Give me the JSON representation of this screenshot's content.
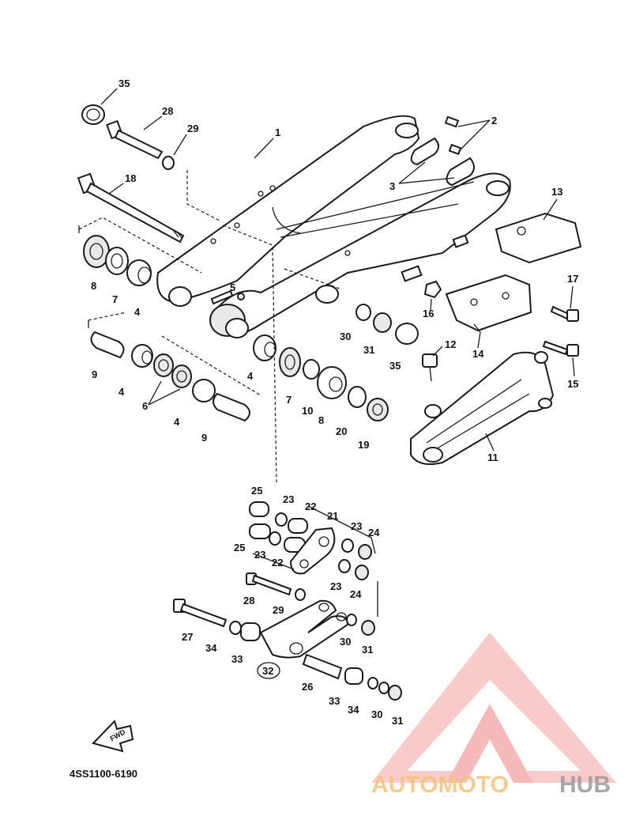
{
  "diagram": {
    "part_code": "4SS1100-6190",
    "fwd_label": "FWD",
    "callouts": [
      {
        "id": "c35a",
        "text": "35"
      },
      {
        "id": "c28a",
        "text": "28"
      },
      {
        "id": "c29a",
        "text": "29"
      },
      {
        "id": "c18",
        "text": "18"
      },
      {
        "id": "c1",
        "text": "1"
      },
      {
        "id": "c2",
        "text": "2"
      },
      {
        "id": "c3",
        "text": "3"
      },
      {
        "id": "c13",
        "text": "13"
      },
      {
        "id": "c17",
        "text": "17"
      },
      {
        "id": "c8a",
        "text": "8"
      },
      {
        "id": "c7a",
        "text": "7"
      },
      {
        "id": "c4a",
        "text": "4"
      },
      {
        "id": "c5",
        "text": "5"
      },
      {
        "id": "c16",
        "text": "16"
      },
      {
        "id": "c14",
        "text": "14"
      },
      {
        "id": "c30a",
        "text": "30"
      },
      {
        "id": "c31a",
        "text": "31"
      },
      {
        "id": "c35b",
        "text": "35"
      },
      {
        "id": "c12",
        "text": "12"
      },
      {
        "id": "c15",
        "text": "15"
      },
      {
        "id": "c9a",
        "text": "9"
      },
      {
        "id": "c4b",
        "text": "4"
      },
      {
        "id": "c6",
        "text": "6"
      },
      {
        "id": "c4c",
        "text": "4"
      },
      {
        "id": "c9b",
        "text": "9"
      },
      {
        "id": "c4d",
        "text": "4"
      },
      {
        "id": "c7b",
        "text": "7"
      },
      {
        "id": "c10",
        "text": "10"
      },
      {
        "id": "c8b",
        "text": "8"
      },
      {
        "id": "c20",
        "text": "20"
      },
      {
        "id": "c19",
        "text": "19"
      },
      {
        "id": "c11",
        "text": "11"
      },
      {
        "id": "c25a",
        "text": "25"
      },
      {
        "id": "c23a",
        "text": "23"
      },
      {
        "id": "c22a",
        "text": "22"
      },
      {
        "id": "c21",
        "text": "21"
      },
      {
        "id": "c25b",
        "text": "25"
      },
      {
        "id": "c23b",
        "text": "23"
      },
      {
        "id": "c22b",
        "text": "22"
      },
      {
        "id": "c23c",
        "text": "23"
      },
      {
        "id": "c24a",
        "text": "24"
      },
      {
        "id": "c23d",
        "text": "23"
      },
      {
        "id": "c24b",
        "text": "24"
      },
      {
        "id": "c28b",
        "text": "28"
      },
      {
        "id": "c29b",
        "text": "29"
      },
      {
        "id": "c27",
        "text": "27"
      },
      {
        "id": "c34a",
        "text": "34"
      },
      {
        "id": "c33a",
        "text": "33"
      },
      {
        "id": "c30b",
        "text": "30"
      },
      {
        "id": "c31b",
        "text": "31"
      },
      {
        "id": "c32",
        "text": "32"
      },
      {
        "id": "c26",
        "text": "26"
      },
      {
        "id": "c33b",
        "text": "33"
      },
      {
        "id": "c34b",
        "text": "34"
      },
      {
        "id": "c30c",
        "text": "30"
      },
      {
        "id": "c31c",
        "text": "31"
      }
    ]
  },
  "watermark": {
    "text_part1": "AUTOMOTO",
    "text_part2": "HUB",
    "color_primary": "#f08080",
    "color_secondary": "#f5c27a",
    "color_hub": "#9a9a9a"
  }
}
